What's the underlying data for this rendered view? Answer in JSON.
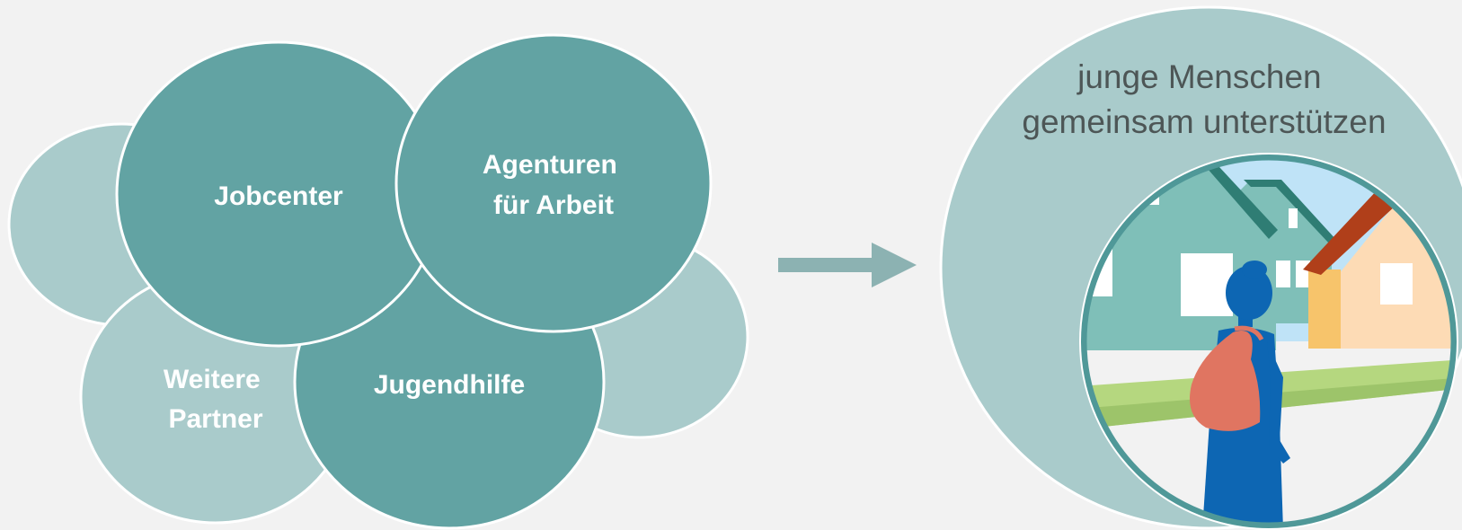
{
  "diagram": {
    "partners": [
      {
        "id": "jobcenter",
        "lines": [
          "Jobcenter"
        ]
      },
      {
        "id": "agenturen",
        "lines": [
          "Agenturen",
          "für Arbeit"
        ]
      },
      {
        "id": "weitere",
        "lines": [
          "Weitere",
          "Partner"
        ]
      },
      {
        "id": "jugendhilfe",
        "lines": [
          "Jugendhilfe"
        ]
      }
    ],
    "goal": {
      "lines": [
        "junge Menschen",
        "gemeinsam unterstützen"
      ]
    },
    "colors": {
      "background": "#f2f2f2",
      "primary_teal": "#62a3a3",
      "light_teal": "#a9cbcb",
      "goal_circle": "#a9cbcb",
      "arrow": "#8cb2b2",
      "goal_text": "#4d5656",
      "label_text": "#ffffff"
    },
    "illustration": {
      "icon": "young-person-walking-toward-houses"
    }
  }
}
